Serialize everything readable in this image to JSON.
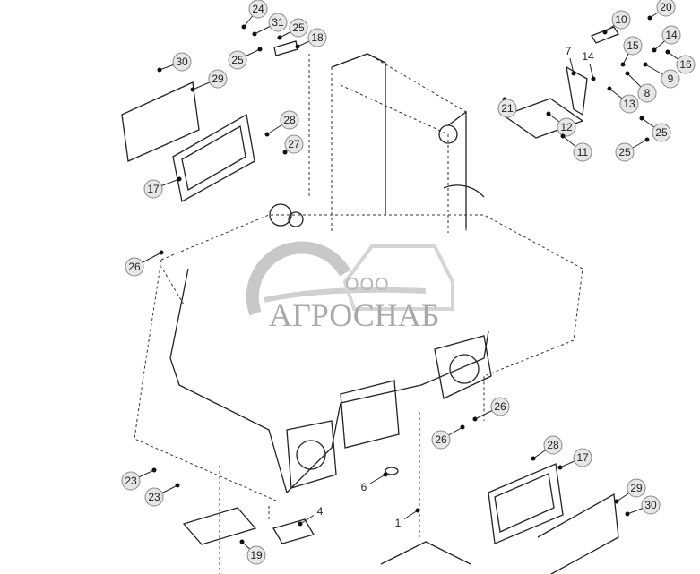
{
  "diagram": {
    "callouts": [
      "24",
      "31",
      "25",
      "18",
      "25",
      "30",
      "29",
      "28",
      "27",
      "17",
      "26",
      "10",
      "20",
      "7",
      "15",
      "14",
      "14",
      "16",
      "9",
      "8",
      "13",
      "21",
      "12",
      "25",
      "11",
      "25",
      "26",
      "26",
      "6",
      "28",
      "17",
      "29",
      "30",
      "23",
      "23",
      "4",
      "1",
      "19"
    ]
  },
  "watermark": {
    "prefix": "ООО",
    "name": "АГРОСНАБ"
  },
  "colors": {
    "callout_fill": "#e6e6e6",
    "line": "#222222",
    "watermark": "#a8a8a8"
  }
}
